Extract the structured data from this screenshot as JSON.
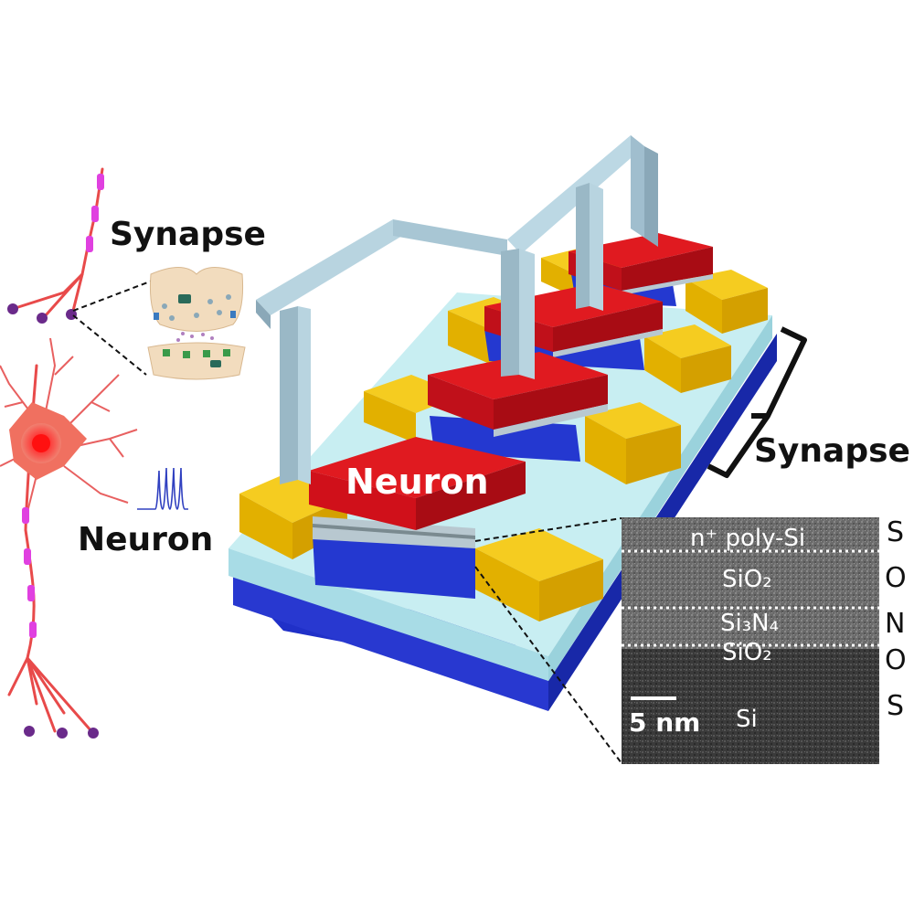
{
  "labels": {
    "synapse_left": "Synapse",
    "neuron_left": "Neuron",
    "neuron_device": "Neuron",
    "synapse_right": "Synapse"
  },
  "tem": {
    "layers": [
      {
        "material": "n⁺ poly-Si",
        "letter": "S"
      },
      {
        "material": "SiO₂",
        "letter": "O"
      },
      {
        "material": "Si₃N₄",
        "letter": "N"
      },
      {
        "material": "SiO₂",
        "letter": "O"
      },
      {
        "material": "Si",
        "letter": "S"
      }
    ],
    "scale_bar": "5 nm"
  },
  "colors": {
    "gate": "#d0101a",
    "contact": "#f2c200",
    "channel": "#1f3dd8",
    "substrate_top": "#bfe6ee",
    "substrate_base": "#2030c8",
    "interconnect": "#a8c6d4",
    "neuron_cell": "#e85a4a",
    "axon_marker": "#e040e0"
  }
}
